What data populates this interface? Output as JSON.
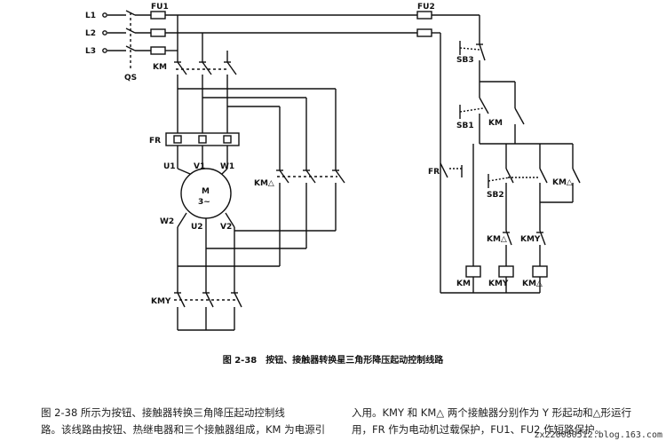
{
  "labels": {
    "l1": "L1",
    "l2": "L2",
    "l3": "L3",
    "fu1": "FU1",
    "fu2": "FU2",
    "qs": "QS",
    "km_main": "KM",
    "fr_top": "FR",
    "u1": "U1",
    "v1": "V1",
    "w1": "W1",
    "motor_m": "M",
    "motor_3": "3~",
    "w2": "W2",
    "u2": "U2",
    "v2": "V2",
    "km_delta_power": "KM△",
    "km_y_power": "KMY",
    "sb3": "SB3",
    "sb1": "SB1",
    "sb2": "SB2",
    "km_ctrl": "KM",
    "fr_ctrl": "FR",
    "km_delta_ctrl_right": "KM△",
    "km_delta_nc": "KM△",
    "km_y_nc": "KMY",
    "coil_km": "KM",
    "coil_kmy": "KMY",
    "coil_kmd": "KM△"
  },
  "caption": "图 2-38　按钮、接触器转换星三角形降压起动控制线路",
  "paragraph": {
    "left_line1": "图 2-38 所示为按钮、接触器转换三角降压起动控制线",
    "left_line2": "路。该线路由按钮、热继电器和三个接触器组成，KM 为电源引",
    "right_line1": "入用。KMY 和 KM△ 两个接触器分别作为 Y 形起动和△形运行",
    "right_line2": "用，FR 作为电动机过载保护，FU1、FU2 作短路保护。"
  },
  "watermark": "zx220080512.blog.163.com"
}
